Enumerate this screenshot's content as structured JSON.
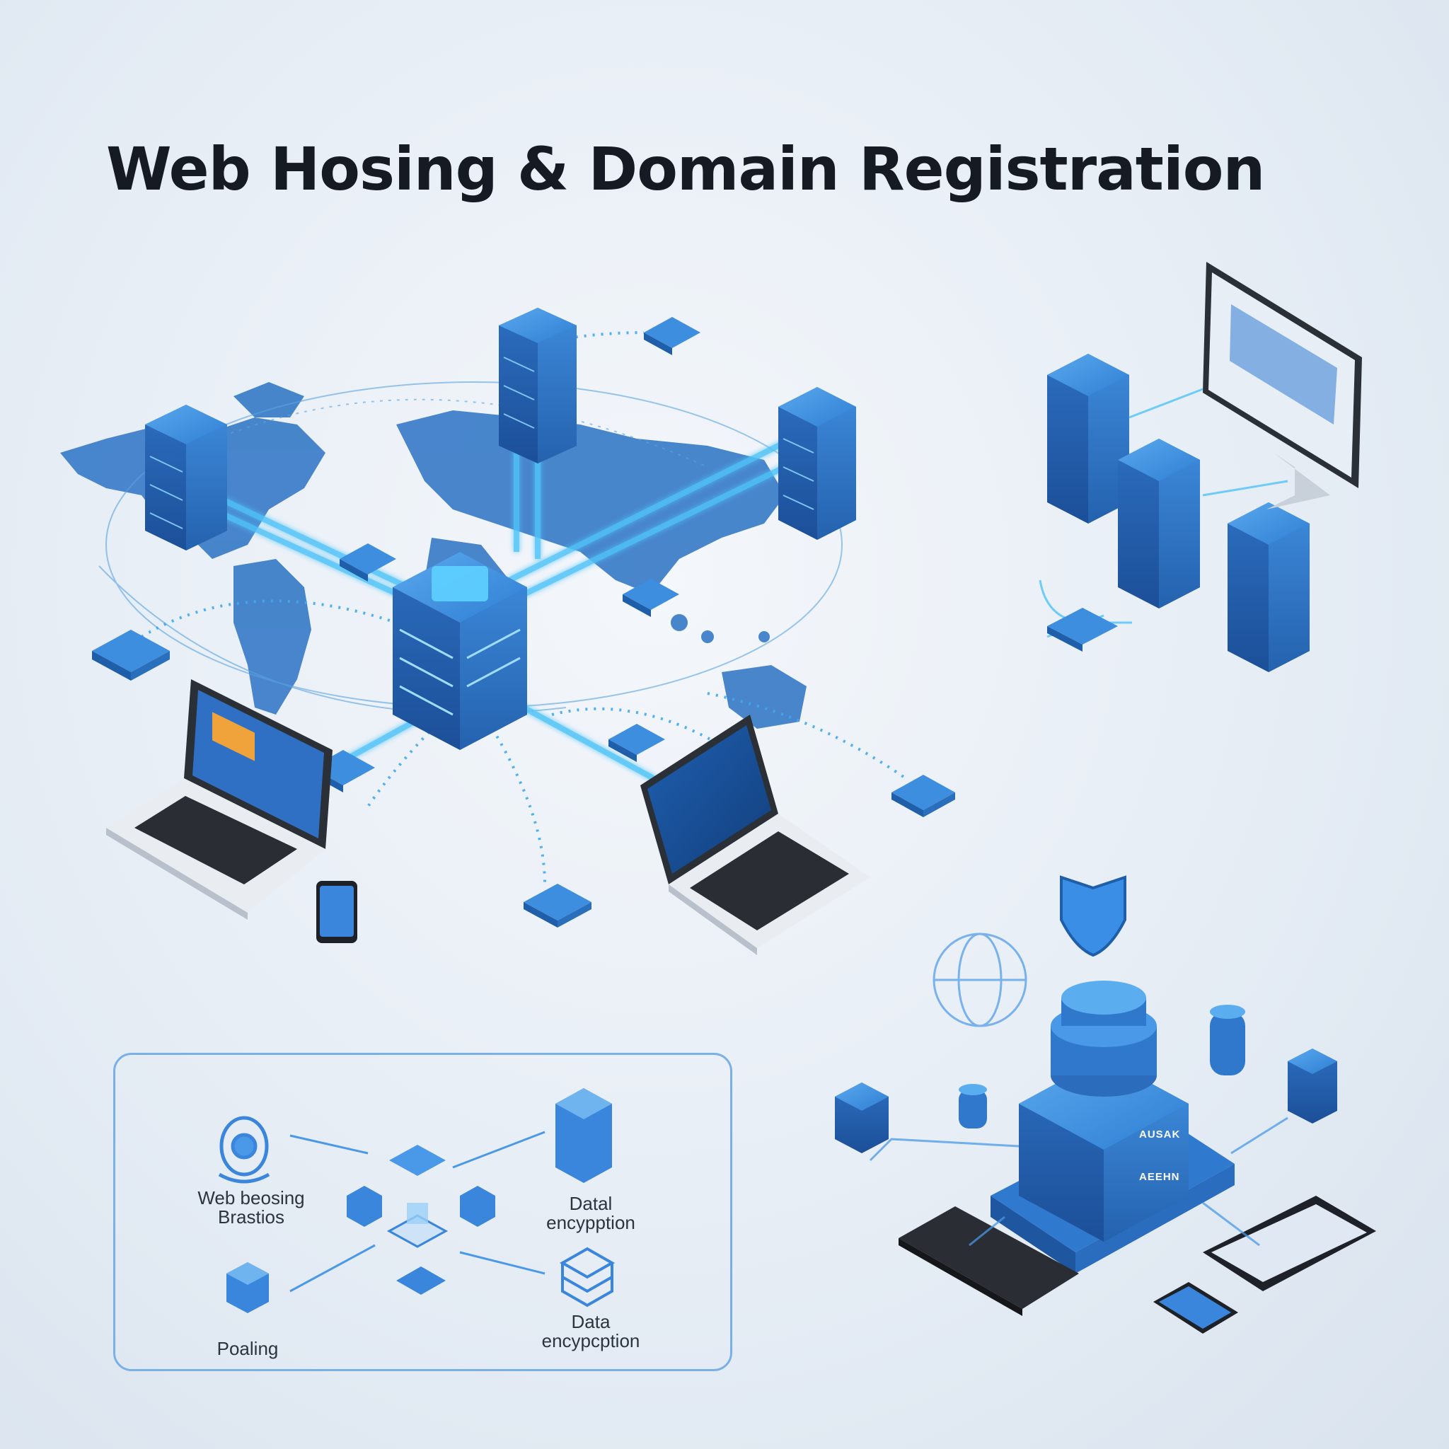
{
  "title": "Web Hosing & Domain Registration",
  "legend": {
    "item1": {
      "line1": "Web beosing",
      "line2": "Brastios"
    },
    "item2": {
      "line1": "Datal",
      "line2": "encypption"
    },
    "item3": {
      "line1": "Poaling"
    },
    "item4": {
      "line1": "Data",
      "line2": "encypcption"
    }
  },
  "security_stack": {
    "tag_top": "AUSAK",
    "tag_bottom": "AEEHN"
  },
  "colors": {
    "accent": "#2f7fd4",
    "server_dark": "#1f56a3",
    "glow": "#4fc3f7",
    "title": "#161a22",
    "outline": "#7ab0e6"
  }
}
